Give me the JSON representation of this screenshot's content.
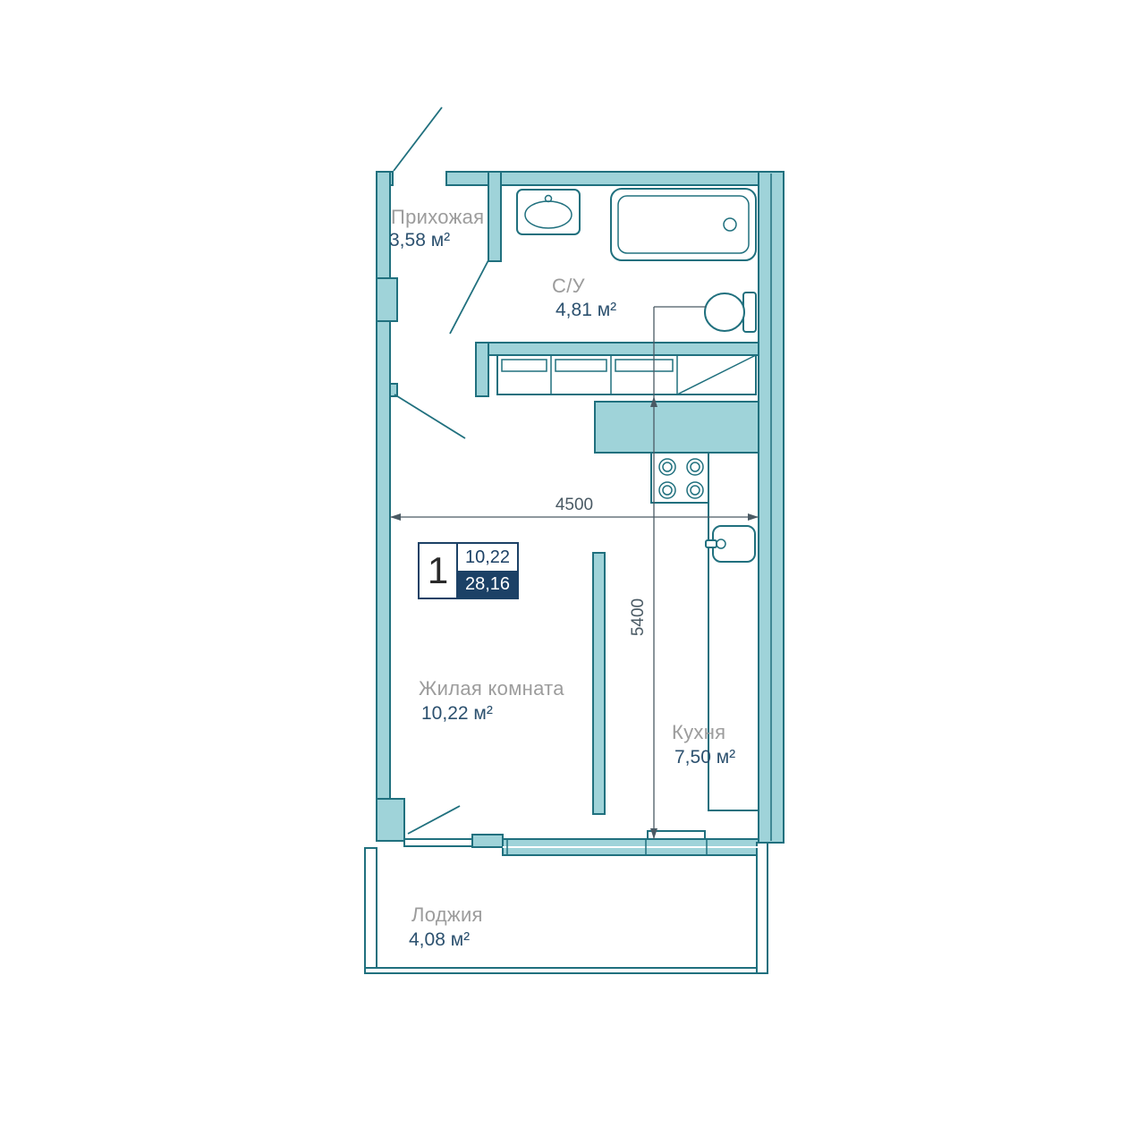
{
  "plan": {
    "badge": {
      "rooms_count": "1",
      "living_area": "10,22",
      "total_area": "28,16"
    },
    "rooms": {
      "hallway": {
        "name": "Прихожая",
        "area": "3,58 м²"
      },
      "bathroom": {
        "name": "С/У",
        "area": "4,81 м²"
      },
      "living": {
        "name": "Жилая комната",
        "area": "10,22 м²"
      },
      "kitchen": {
        "name": "Кухня",
        "area": "7,50 м²"
      },
      "loggia": {
        "name": "Лоджия",
        "area": "4,08 м²"
      }
    },
    "dimensions": {
      "horizontal": "4500",
      "vertical": "5400"
    },
    "colors": {
      "wall_fill": "#9fd3d9",
      "wall_stroke": "#20707e",
      "room_label": "#9c9c9c",
      "area_text": "#2c516f",
      "badge_navy": "#1c4166",
      "dimension": "#4a5a64"
    }
  }
}
